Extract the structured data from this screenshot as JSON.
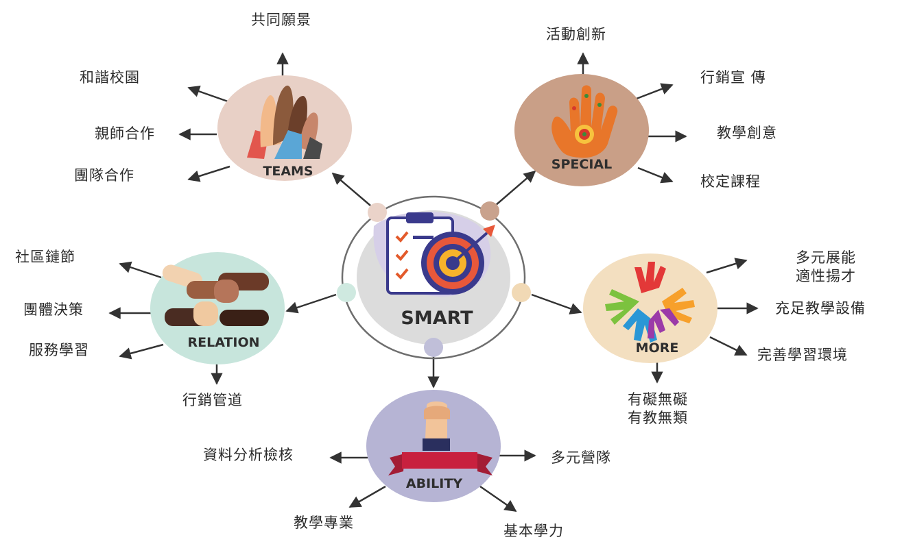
{
  "center": {
    "title": "SMART",
    "icon": "target-checklist-icon"
  },
  "hubs": {
    "teams": {
      "name": "TEAMS",
      "color": "#e8d0c6",
      "icon": "high-five-hands-icon",
      "items": [
        "共同願景",
        "和諧校園",
        "親師合作",
        "團隊合作"
      ]
    },
    "special": {
      "name": "SPECIAL",
      "color": "#c99f87",
      "icon": "painted-hand-icon",
      "items": [
        "活動創新",
        "行銷宣 傳",
        "教學創意",
        "校定課程"
      ]
    },
    "relation": {
      "name": "RELATION",
      "color": "#c7e5dc",
      "icon": "linked-arms-icon",
      "items": [
        "社區鏈節",
        "團體決策",
        "服務學習",
        "行銷管道"
      ]
    },
    "more": {
      "name": "MORE",
      "color": "#f3dfc0",
      "icon": "colorful-handprints-icon",
      "items": [
        "多元展能",
        "適性揚才",
        "充足教學設備",
        "完善學習環境",
        "有礙無礙",
        "有教無類"
      ]
    },
    "ability": {
      "name": "ABILITY",
      "color": "#b6b4d4",
      "icon": "raised-fist-banner-icon",
      "items": [
        "資料分析檢核",
        "多元營隊",
        "教學專業",
        "基本學力"
      ]
    }
  },
  "colors": {
    "arrow": "#333333",
    "ring": "#6e6e6e",
    "dot_teams": "#ead3c9",
    "dot_special": "#c9a28d",
    "dot_relation": "#cfe9e0",
    "dot_more": "#f1d9b5",
    "dot_ability": "#c0bfd9"
  }
}
